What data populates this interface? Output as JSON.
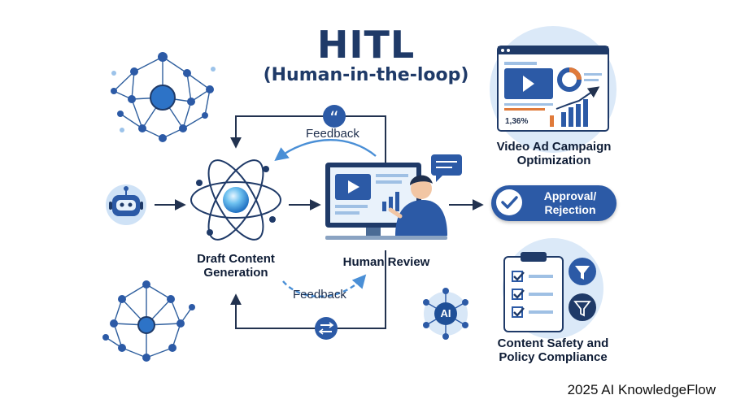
{
  "header": {
    "title": "HITL",
    "subtitle": "(Human-in-the-loop)"
  },
  "nodes": {
    "draft": "Draft Content Generation",
    "review": "Human Review",
    "video_ad": "Video Ad Campaign Optimization",
    "approval": "Approval/ Rejection",
    "safety": "Content Safety and Policy Compliance"
  },
  "feedback_top": "Feedback",
  "feedback_bottom": "Feedback",
  "dashboard_stat": "1,36%",
  "ai_badge": "AI",
  "credit": "2025 AI KnowledgeFlow",
  "colors": {
    "primary": "#2c5aa6",
    "dark": "#1f3a68",
    "light": "#d8e7f7",
    "accent": "#4a90d9"
  }
}
